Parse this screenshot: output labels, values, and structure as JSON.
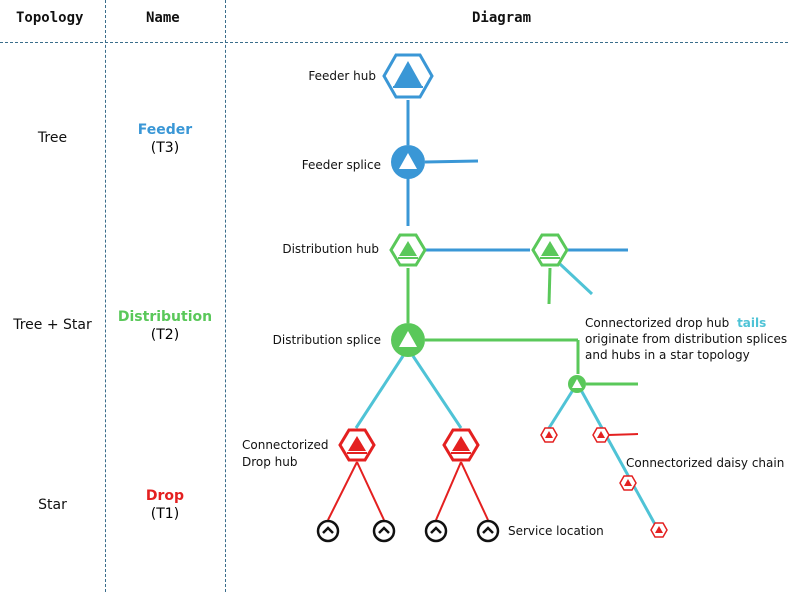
{
  "headers": {
    "topology": "Topology",
    "name": "Name",
    "diagram": "Diagram"
  },
  "rows": [
    {
      "topology": "Tree",
      "name": "Feeder",
      "code": "(T3)"
    },
    {
      "topology": "Tree + Star",
      "name": "Distribution",
      "code": "(T2)"
    },
    {
      "topology": "Star",
      "name": "Drop",
      "code": "(T1)"
    }
  ],
  "colors": {
    "feeder": "#3a97d6",
    "distribution": "#5ac85a",
    "drop": "#e42020",
    "tail": "#4fc3d6",
    "divider": "#3b6e8c"
  },
  "diagram": {
    "feeder_hub": "Feeder hub",
    "feeder_splice": "Feeder splice",
    "distribution_hub": "Distribution hub",
    "distribution_splice": "Distribution splice",
    "drop_hub_line1": "Connectorized",
    "drop_hub_line2": "Drop hub",
    "note_prefix": "Connectorized drop hub",
    "note_keyword": "tails",
    "note_line2": "originate from distribution splices",
    "note_line3": "and hubs in a star topology",
    "daisy_chain": "Connectorized daisy chain",
    "service_location": "Service location"
  }
}
